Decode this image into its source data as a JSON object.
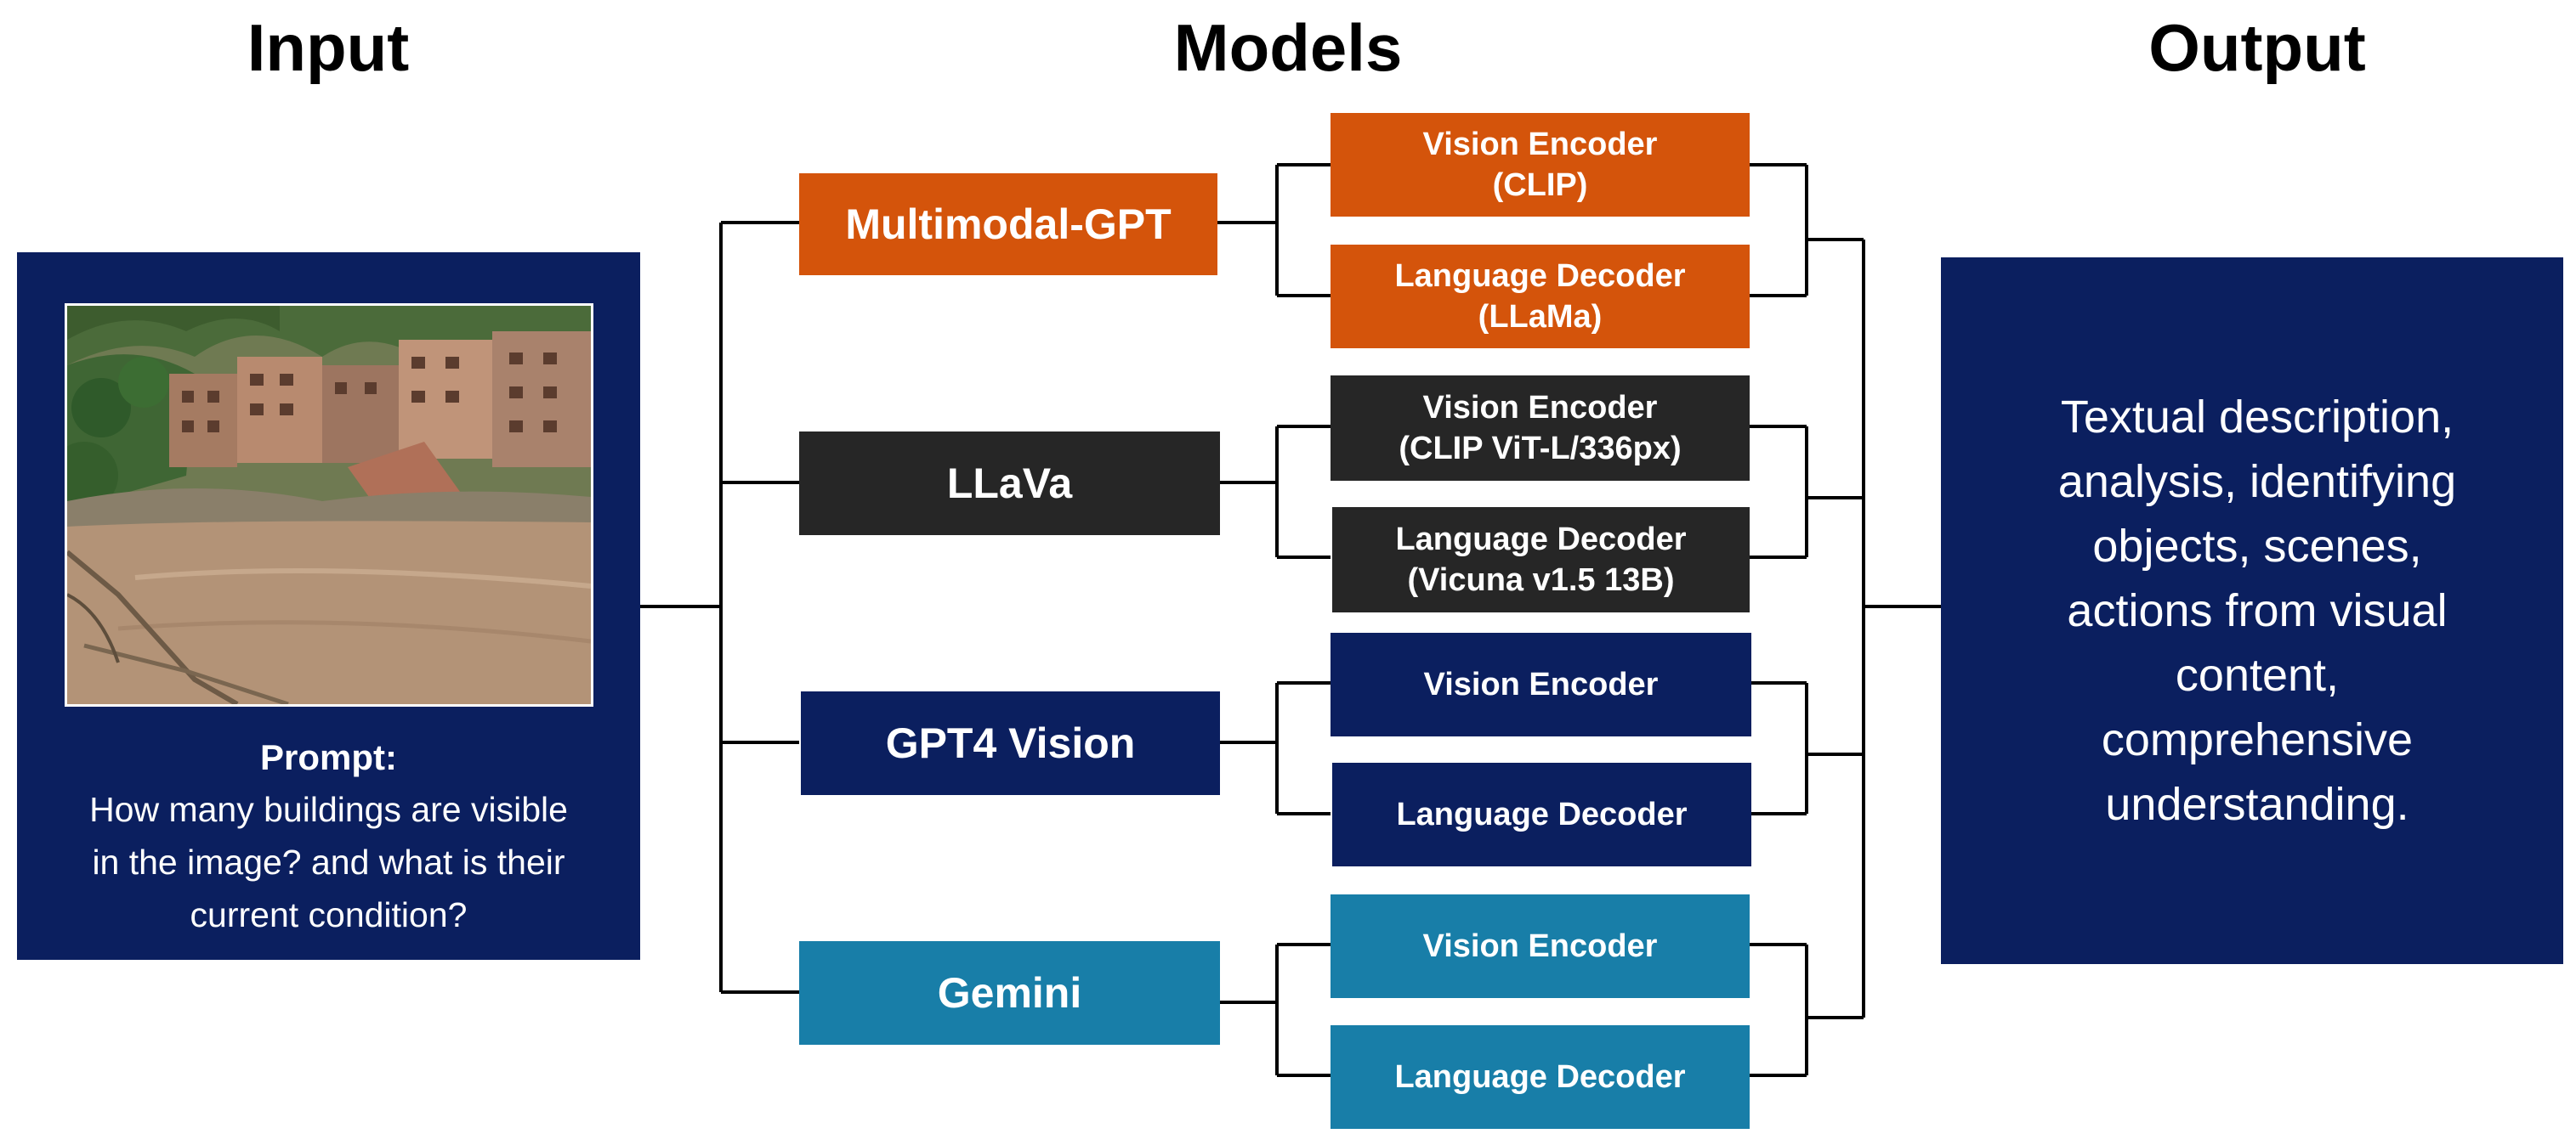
{
  "headings": {
    "input": "Input",
    "models": "Models",
    "output": "Output"
  },
  "input": {
    "prompt_label": "Prompt:",
    "prompt_text": "How many buildings are visible\nin the image? and what is their\ncurrent condition?"
  },
  "models": [
    {
      "name": "Multimodal-GPT",
      "color": "#d4540b",
      "encoder": {
        "line1": "Vision Encoder",
        "line2": "(CLIP)"
      },
      "decoder": {
        "line1": "Language Decoder",
        "line2": "(LLaMa)"
      }
    },
    {
      "name": "LLaVa",
      "color": "#262626",
      "encoder": {
        "line1": "Vision Encoder",
        "line2": "(CLIP ViT-L/336px)"
      },
      "decoder": {
        "line1": "Language Decoder",
        "line2": "(Vicuna v1.5 13B)"
      }
    },
    {
      "name": "GPT4 Vision",
      "color": "#0b1f5f",
      "encoder": {
        "line1": "Vision Encoder"
      },
      "decoder": {
        "line1": "Language Decoder"
      }
    },
    {
      "name": "Gemini",
      "color": "#187ea8",
      "encoder": {
        "line1": "Vision Encoder"
      },
      "decoder": {
        "line1": "Language Decoder"
      }
    }
  ],
  "output": {
    "text": "Textual description,\nanalysis, identifying\nobjects, scenes,\nactions from visual\ncontent,\ncomprehensive\nunderstanding."
  }
}
